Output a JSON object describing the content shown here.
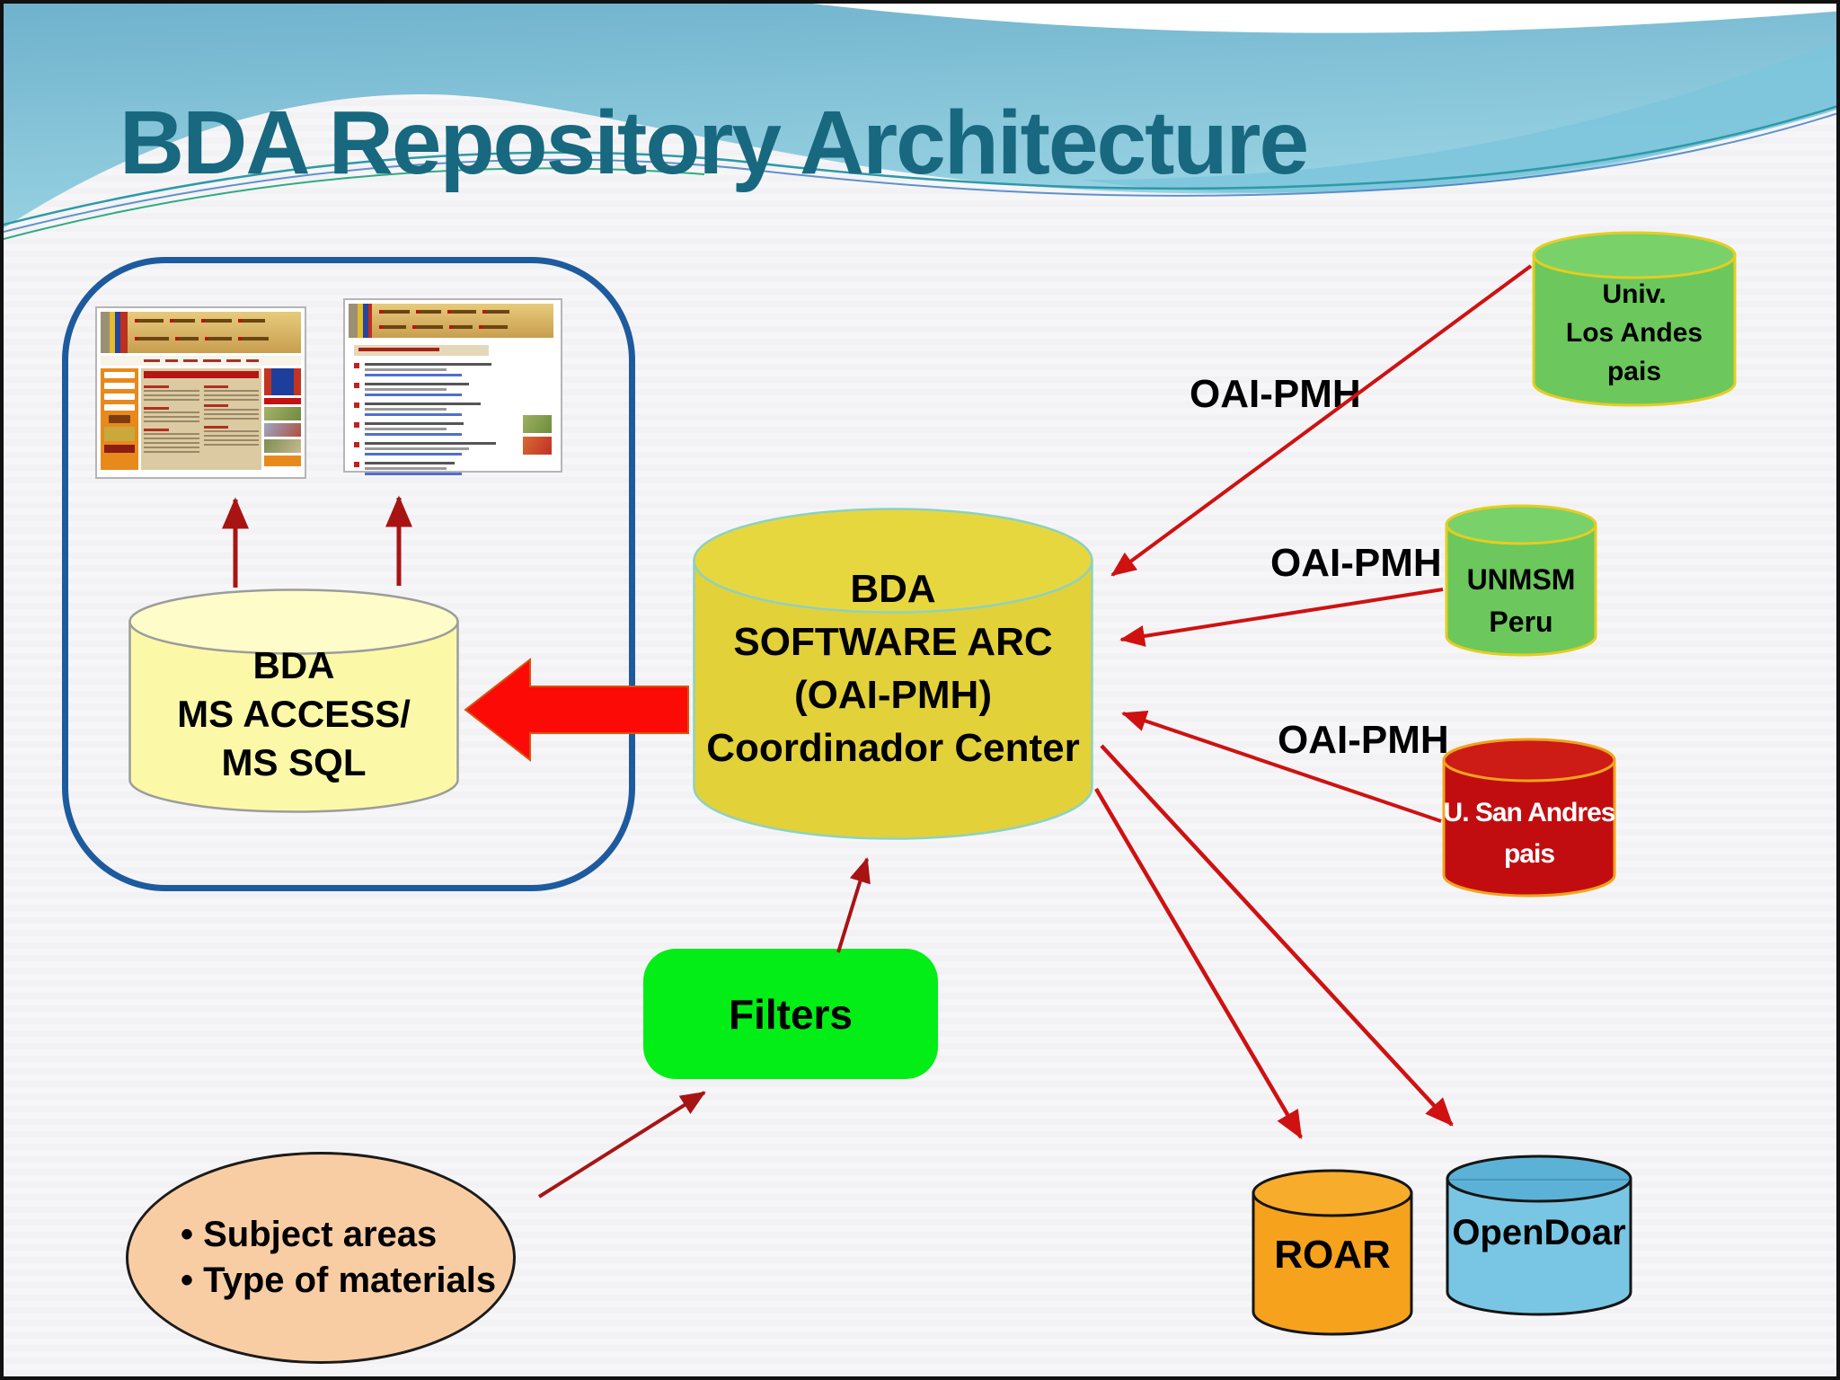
{
  "slide": {
    "title": "BDA Repository Architecture"
  },
  "labels": {
    "oai_pmh_1": "OAI-PMH",
    "oai_pmh_2": "OAI-PMH",
    "oai_pmh_3": "OAI-PMH"
  },
  "cylinders": {
    "bda_local": {
      "lines": [
        "BDA",
        "MS ACCESS/",
        "MS SQL"
      ]
    },
    "coordinator": {
      "lines": [
        "BDA",
        "SOFTWARE ARC",
        "(OAI-PMH)",
        "Coordinador Center"
      ]
    },
    "univ_los_andes": {
      "lines": [
        "Univ.",
        "Los Andes",
        "pais"
      ]
    },
    "unmsm": {
      "lines": [
        "UNMSM",
        "Peru"
      ]
    },
    "san_andres": {
      "lines": [
        "U. San Andres",
        "pais"
      ]
    },
    "roar": {
      "label": "ROAR"
    },
    "opendoar": {
      "label": "OpenDoar"
    }
  },
  "filters": {
    "label": "Filters"
  },
  "criteria": {
    "items": [
      "• Subject areas",
      "• Type of materials"
    ]
  },
  "colors": {
    "title_text": "#18687f",
    "container_border": "#1d5b9e",
    "local_cylinder_fill": "#fbf9a8",
    "coordinator_cylinder_fill": "#e3d139",
    "coordinator_cylinder_stroke": "#8bd2c2",
    "green_cylinder_fill": "#6cc75d",
    "green_cylinder_stroke": "#e4cd22",
    "san_andres_fill": "#c20d10",
    "san_andres_stroke": "#f0a41c",
    "roar_fill": "#f6a21c",
    "opendoar_fill": "#79c6e4",
    "filters_fill": "#02ee16",
    "criteria_fill": "#f9cda4",
    "arrow_dark_red": "#a81414",
    "arrow_bright_red": "#cf1111",
    "block_arrow_fill": "#fb0a06"
  }
}
